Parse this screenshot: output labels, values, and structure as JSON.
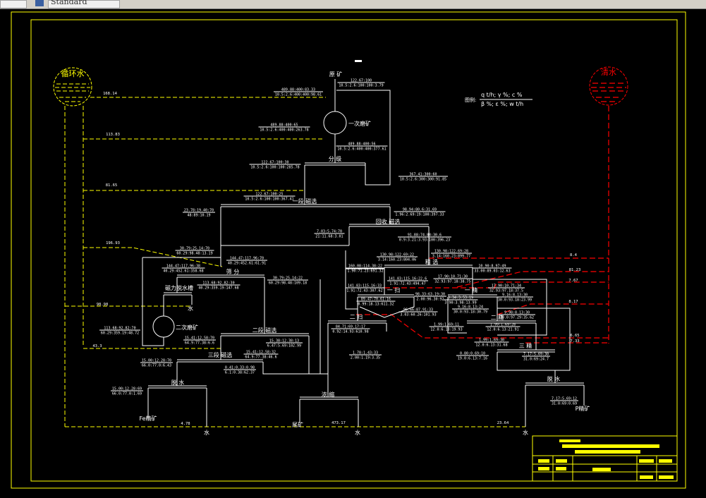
{
  "toolbar": {
    "style_select": "Standard"
  },
  "water_sources": {
    "recycled": "循环水",
    "clean": "清水",
    "recycled_color": "#ffff00",
    "clean_color": "#ff0000"
  },
  "legend": {
    "title": "图例:",
    "top": "q t/h; γ %; c %",
    "bottom": "β %; ε %; w t/h"
  },
  "unit_names": {
    "raw_ore": "原 矿",
    "primary_grinding": "一次磨矿",
    "classifying": "分 级",
    "mag1": "一段 磁选",
    "recovery_mag": "回收 磁选",
    "rougher": "粗 选",
    "screening": "筛 分",
    "dewater_tank": "磁力脱水槽",
    "water_tank": "水",
    "secondary_grinding": "二次磨矿",
    "scav1": "一 扫",
    "clean1": "一 精",
    "scav2": "二 扫",
    "clean2": "二 精",
    "mag2": "二段 磁选",
    "mag3": "三段 磁选",
    "clean3": "三 精",
    "dewater_left": "脱 水",
    "thickening": "浓 缩",
    "dewater_right": "脱 水",
    "fe_concentrate": "Fe精矿",
    "tailings": "尾矿",
    "water1": "水",
    "water2": "水",
    "water3": "水",
    "p_concentrate": "P精矿"
  },
  "water_flows": {
    "recycled": [
      "168.14",
      "113.83",
      "81.65",
      "196.93",
      "98.98",
      "43.3",
      "4.78",
      "473.17",
      "23.64"
    ],
    "clean": [
      "8.4",
      "81.23",
      "7.67",
      "8.17",
      "6.65",
      "7.33"
    ]
  },
  "stream_labels": [
    {
      "top": "122.67:100",
      "bottom": "10.5:2.6:100:100:3.79"
    },
    {
      "top": "489.88:400:83.33",
      "bottom": "10.5:2.6:400:400:98.61"
    },
    {
      "top": "489.88:400:65",
      "bottom": "10.5:2.6:400:400:263.78"
    },
    {
      "top": "489.88:400:56",
      "bottom": "10.5:2.6:400:400:377.61"
    },
    {
      "top": "122.67:100:30",
      "bottom": "10.5:2.6:100:100:285.78"
    },
    {
      "top": "367.41:300:60",
      "bottom": "10.5:2.6:300:300:91.85"
    },
    {
      "top": "122.67:100:25",
      "bottom": "10.5:2.6:100:100:367.41"
    },
    {
      "top": "23.78:19.40:70",
      "bottom": "48:89:10.19"
    },
    {
      "top": "98.94:80.6:31.69",
      "bottom": "1.96:2.69:19:100:397.33"
    },
    {
      "top": "7.03:5.74:70",
      "bottom": "21:11.68:3.01"
    },
    {
      "top": "91.88:74.88:30.6",
      "bottom": "0.9:3.21:3.93:100:396.23"
    },
    {
      "top": "130.98:122.69:28",
      "bottom": "3.14:160.23:899.77"
    },
    {
      "top": "130.98:122.69:22",
      "bottom": "3.14:160.23:804.06"
    },
    {
      "top": "30.79:25.14:70",
      "bottom": "60.29:98.48:13.19"
    },
    {
      "top": "144.47:117.96:70",
      "bottom": "40.29:452.61:61.91"
    },
    {
      "top": "144.47:117.96:38",
      "bottom": "40.29:452.61:358.68"
    },
    {
      "top": "113.68:92.82:30",
      "bottom": "40.29:359.19:147.68"
    },
    {
      "top": "30.79:25.14:22",
      "bottom": "60.29:98.48:109.18"
    },
    {
      "top": "113.68:92.82:70",
      "bottom": "60.29:359.19:48.72"
    },
    {
      "top": "160.08:114.38:22",
      "bottom": "1.90:71.23:691.32"
    },
    {
      "top": "10.90:8.97:49",
      "bottom": "33.00:89.03:12.63"
    },
    {
      "top": "141.83:115.16:22.6",
      "bottom": "1.91:72.43:494.47"
    },
    {
      "top": "17.90:10.71:30",
      "bottom": "32.93:97.18:38.75"
    },
    {
      "top": "141.83:115.16:33",
      "bottom": "1.91:72.43:307.62"
    },
    {
      "top": "17.90:10.71:34",
      "bottom": "32.93:97.18:37.5"
    },
    {
      "top": "98.33:63.19:30",
      "bottom": "2.00:96.30:92"
    },
    {
      "top": "3.34:3.53:19",
      "bottom": "3.90:3.98:13.99"
    },
    {
      "top": "9.16:8.13:30",
      "bottom": "30.0:93.18:23.99"
    },
    {
      "top": "89.47:70.61:16",
      "bottom": "0.99:18.13:611.32"
    },
    {
      "top": "96.66:87.91:33",
      "bottom": "3.03:60.26:101.93"
    },
    {
      "top": "9.16:8.13:24",
      "bottom": "30.0:93.18:30.79"
    },
    {
      "top": "9.98:8.13:30",
      "bottom": "30.0:97.29:35.62"
    },
    {
      "top": "84.71:69.17:17",
      "bottom": "0.92:14.93:610.98"
    },
    {
      "top": "1.99:1.69:11",
      "bottom": "12.0:6.13:19.93"
    },
    {
      "top": "1.99:1.69:28",
      "bottom": "12.0:6.13:21.91"
    },
    {
      "top": "15.38:12.38:13",
      "bottom": "6.47:5.69:102.99"
    },
    {
      "top": "15.41:12.58:70",
      "bottom": "64.9:77.38:6.6"
    },
    {
      "top": "15.41:12.58:32",
      "bottom": "64.9:77.38:46.6"
    },
    {
      "top": "1.78:1.43:33",
      "bottom": "2.00:1.19:3.35"
    },
    {
      "top": "1.99:1.69:30",
      "bottom": "12.0:6.13:31.68"
    },
    {
      "top": "15.00:12.28:70",
      "bottom": "66.0:77.0:6.43"
    },
    {
      "top": "0.41:0.33:0.98",
      "bottom": "6.1:0.38:62.37"
    },
    {
      "top": "0.80:0.69:10",
      "bottom": "19.0:6.13:7.16"
    },
    {
      "top": "7.17:5.69:30",
      "bottom": "31.0:69:24.7"
    },
    {
      "top": "15.00:12.28:69",
      "bottom": "66.0:77.0:1.69"
    },
    {
      "top": "7.17:5.69:12",
      "bottom": "31.0:69:0.69"
    }
  ]
}
